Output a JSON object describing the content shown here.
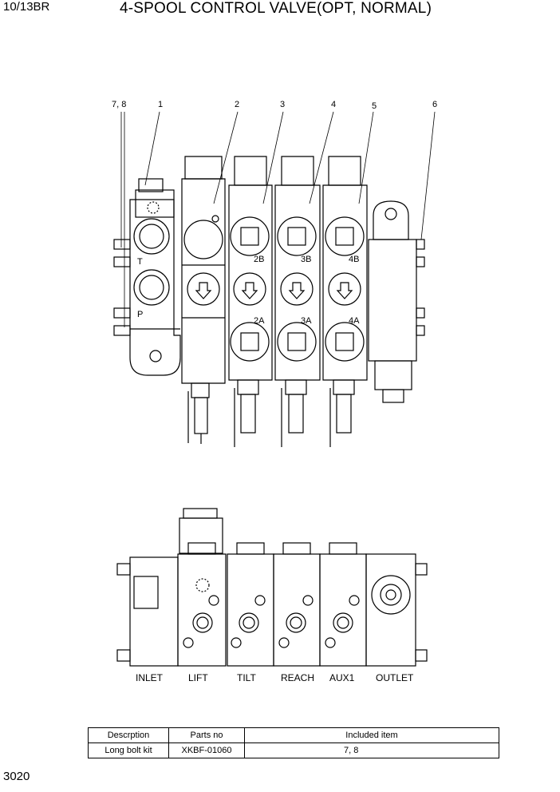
{
  "header": {
    "model": "10/13BR",
    "title": "4-SPOOL CONTROL VALVE(OPT, NORMAL)"
  },
  "callouts": [
    "7, 8",
    "1",
    "2",
    "3",
    "4",
    "5",
    "6"
  ],
  "port_labels": {
    "tank": "T",
    "pressure": "P",
    "b_ports": [
      "2B",
      "3B",
      "4B"
    ],
    "a_ports": [
      "2A",
      "3A",
      "4A"
    ]
  },
  "section_labels": [
    "INLET",
    "LIFT",
    "TILT",
    "REACH",
    "AUX1",
    "OUTLET"
  ],
  "table": {
    "headers": [
      "Descrption",
      "Parts no",
      "Included item"
    ],
    "rows": [
      [
        "Long bolt kit",
        "XKBF-01060",
        "7, 8"
      ]
    ]
  },
  "page_number": "3020"
}
